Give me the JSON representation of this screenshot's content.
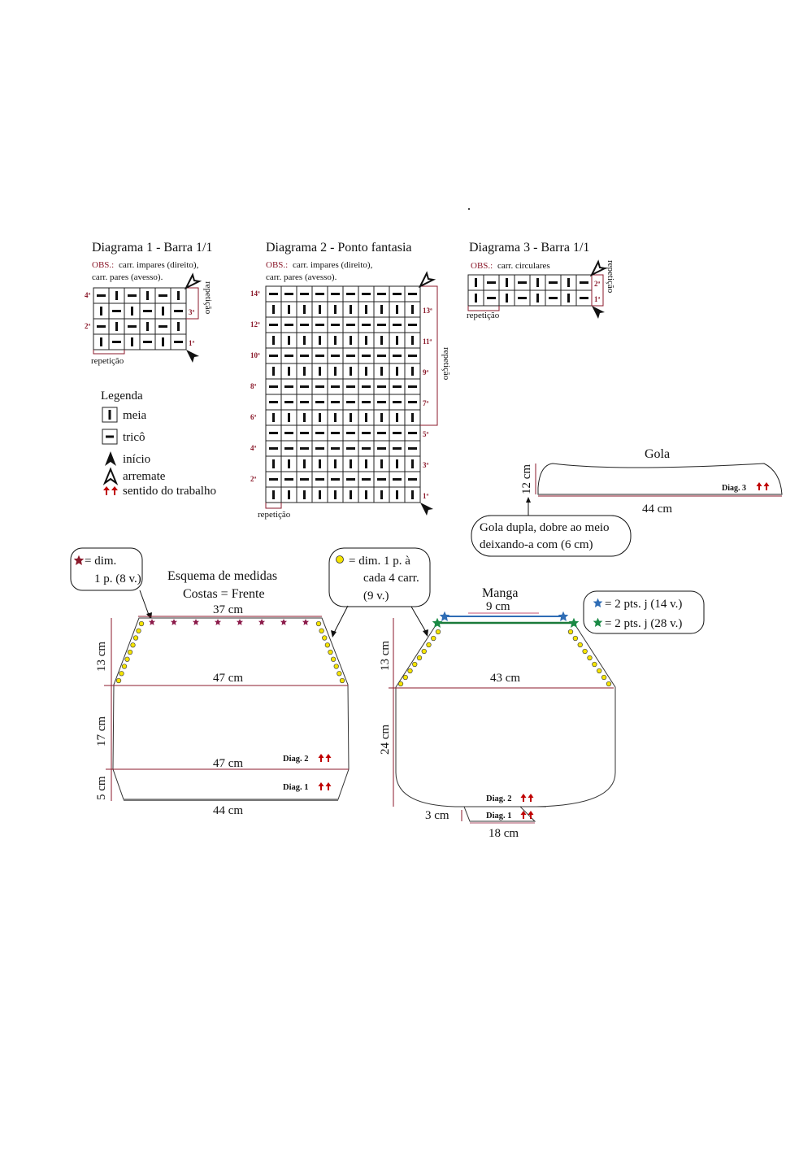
{
  "colors": {
    "label_red": "#8b1a2b",
    "dim_line": "#8b1a2b",
    "arrow_red": "#c00000",
    "star_purple": "#8b1a4a",
    "circle_yellow": "#f5e400",
    "star_blue": "#2f6db5",
    "star_green": "#1a8a45",
    "line_blue": "#2f6db5",
    "line_green": "#1a7a3a",
    "pink_line": "#d98aa0"
  },
  "diagram1": {
    "title": "Diagrama 1 - Barra 1/1",
    "obs_label": "OBS.:",
    "obs_line1": "carr. impares (direito),",
    "obs_line2": "carr. pares (avesso).",
    "rows_top_to_bottom": [
      [
        "P",
        "K",
        "P",
        "K",
        "P",
        "K"
      ],
      [
        "K",
        "P",
        "K",
        "P",
        "K",
        "P"
      ],
      [
        "P",
        "K",
        "P",
        "K",
        "P",
        "K"
      ],
      [
        "K",
        "P",
        "K",
        "P",
        "K",
        "P"
      ]
    ],
    "left_labels": [
      {
        "row": 0,
        "text": "4ª"
      },
      {
        "row": 2,
        "text": "2ª"
      }
    ],
    "right_labels": [
      {
        "row": 1,
        "text": "3ª"
      },
      {
        "row": 3,
        "text": "1ª"
      }
    ],
    "repeat_v_label": "repetição",
    "repeat_h_label": "repetição"
  },
  "diagram2": {
    "title": "Diagrama 2 - Ponto fantasia",
    "obs_label": "OBS.:",
    "obs_line1": "carr. impares (direito),",
    "obs_line2": "carr. pares (avesso).",
    "rows_top_to_bottom": [
      "P",
      "K",
      "P",
      "K",
      "P",
      "K",
      "P",
      "P",
      "K",
      "P",
      "P",
      "K",
      "P",
      "K"
    ],
    "columns": 10,
    "left_labels": [
      {
        "row": 0,
        "text": "14ª"
      },
      {
        "row": 2,
        "text": "12ª"
      },
      {
        "row": 4,
        "text": "10ª"
      },
      {
        "row": 6,
        "text": "8ª"
      },
      {
        "row": 8,
        "text": "6ª"
      },
      {
        "row": 10,
        "text": "4ª"
      },
      {
        "row": 12,
        "text": "2ª"
      }
    ],
    "right_labels": [
      {
        "row": 1,
        "text": "13ª"
      },
      {
        "row": 3,
        "text": "11ª"
      },
      {
        "row": 5,
        "text": "9ª"
      },
      {
        "row": 7,
        "text": "7ª"
      },
      {
        "row": 9,
        "text": "5ª"
      },
      {
        "row": 11,
        "text": "3ª"
      },
      {
        "row": 13,
        "text": "1ª"
      }
    ],
    "repeat_v_label": "repetição",
    "repeat_h_label": "repetição"
  },
  "diagram3": {
    "title": "Diagrama 3 - Barra 1/1",
    "obs_label": "OBS.:",
    "obs_line1": "carr. circulares",
    "rows_top_to_bottom": [
      [
        "K",
        "P",
        "K",
        "P",
        "K",
        "P",
        "K",
        "P"
      ],
      [
        "K",
        "P",
        "K",
        "P",
        "K",
        "P",
        "K",
        "P"
      ]
    ],
    "right_labels": [
      {
        "row": 0,
        "text": "2ª"
      },
      {
        "row": 1,
        "text": "1ª"
      }
    ],
    "repeat_v_label": "repetição",
    "repeat_h_label": "repetição"
  },
  "legend": {
    "title": "Legenda",
    "items": [
      {
        "icon": "knit-stitch-icon",
        "label": "meia"
      },
      {
        "icon": "purl-stitch-icon",
        "label": "tricô"
      },
      {
        "icon": "start-arrow-icon",
        "label": "início"
      },
      {
        "icon": "bind-off-arrow-icon",
        "label": "arremate"
      },
      {
        "icon": "work-direction-arrows-icon",
        "label": "sentido do trabalho"
      }
    ]
  },
  "gola": {
    "title": "Gola",
    "height_label": "12 cm",
    "width_label": "44 cm",
    "diag_label": "Diag. 3",
    "note_line1": "Gola dupla, dobre ao meio",
    "note_line2": "deixando-a com (6 cm)"
  },
  "costas": {
    "title_line1": "Esquema de medidas",
    "title_line2": "Costas = Frente",
    "top_width": "37 cm",
    "mid_width": "47 cm",
    "lower_width": "47 cm",
    "bottom_width": "44 cm",
    "h_armhole": "13 cm",
    "h_body": "17 cm",
    "h_rib": "5 cm",
    "diag2_label": "Diag. 2",
    "diag1_label": "Diag. 1",
    "star_note_line1": "= dim.",
    "star_note_line2": "1 p. (8 v.)",
    "star_count": 8,
    "circle_note_line1": "= dim. 1 p. à",
    "circle_note_line2": "cada 4 carr.",
    "circle_note_line3": "(9 v.)",
    "circles_per_side": 9
  },
  "manga": {
    "title": "Manga",
    "top_width": "9 cm",
    "mid_width": "43 cm",
    "bottom_width": "18 cm",
    "h_cap": "13 cm",
    "h_body": "24 cm",
    "h_cuff": "3 cm",
    "diag2_label": "Diag. 2",
    "diag1_label": "Diag. 1",
    "blue_note": "= 2 pts. j (14 v.)",
    "green_note": "= 2 pts. j (28 v.)",
    "circles_per_side": 9
  }
}
